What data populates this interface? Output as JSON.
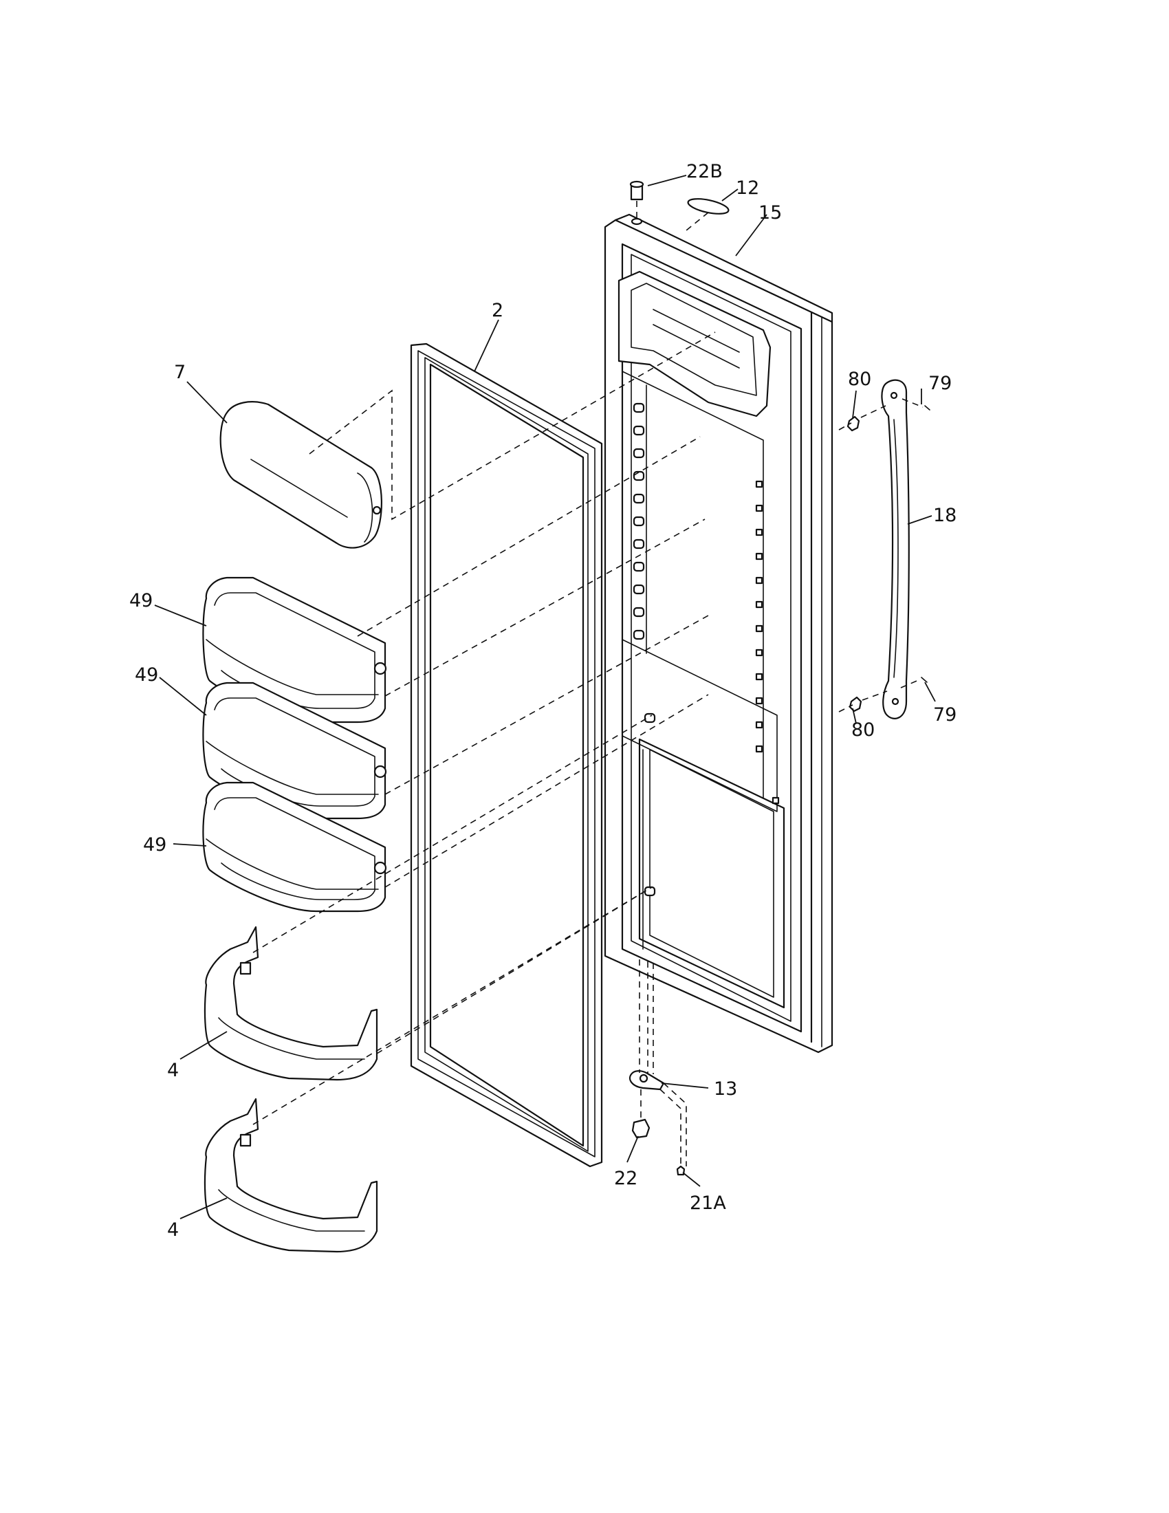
{
  "diagram": {
    "callouts": {
      "c22B": "22B",
      "c12": "12",
      "c15": "15",
      "c2": "2",
      "c7": "7",
      "c80_top": "80",
      "c79_top": "79",
      "c18": "18",
      "c49_a": "49",
      "c49_b": "49",
      "c49_c": "49",
      "c80_bottom": "80",
      "c79_bottom": "79",
      "c4_a": "4",
      "c4_b": "4",
      "c13": "13",
      "c22": "22",
      "c21A": "21A"
    }
  }
}
